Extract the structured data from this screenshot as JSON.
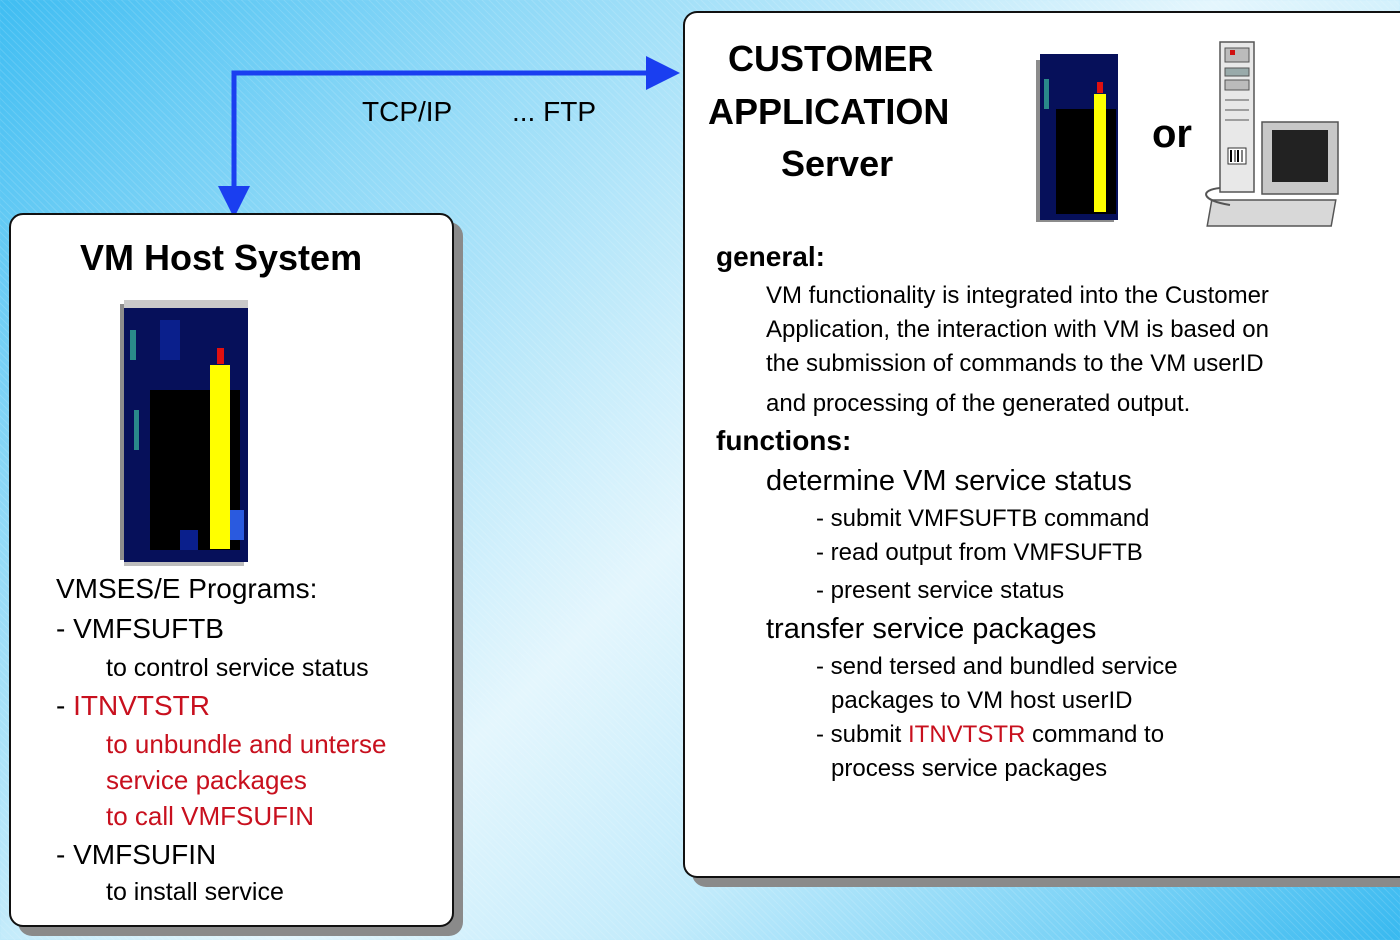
{
  "protocol": {
    "tcpip": "TCP/IP",
    "ftp": "... FTP"
  },
  "vm_host": {
    "title": "VM Host System",
    "programs_heading": "VMSES/E Programs:",
    "items": [
      {
        "name": "- VMFSUFTB",
        "desc": [
          "to control service status"
        ]
      },
      {
        "name_prefix": "- ",
        "name_red": "ITNVTSTR",
        "desc_red": [
          "to unbundle and unterse",
          "service packages",
          "to call VMFSUFIN"
        ]
      },
      {
        "name": "- VMFSUFIN",
        "desc": [
          "to install service"
        ]
      }
    ]
  },
  "customer": {
    "title_lines": [
      "CUSTOMER",
      "APPLICATION",
      "Server"
    ],
    "or_label": "or",
    "general_heading": "general:",
    "general_lines": [
      "VM functionality is integrated into the Customer",
      "Application, the interaction with VM is based on",
      "the submission of commands to the VM userID",
      "and processing of the generated output."
    ],
    "functions_heading": "functions:",
    "function_groups": [
      {
        "title": "determine VM  service status",
        "lines": [
          "- submit VMFSUFTB command",
          "- read output from VMFSUFTB",
          "- present service status"
        ]
      },
      {
        "title": "transfer service packages",
        "line1": "- send tersed and bundled service",
        "line2": "packages to VM host userID",
        "line3_prefix": "- submit ",
        "line3_red": "ITNVTSTR",
        "line3_suffix": " command to",
        "line4": "process service packages"
      }
    ]
  },
  "colors": {
    "arrow": "#1a3ef0",
    "highlight_red": "#c8101e",
    "server_yellow": "#ffff00",
    "server_navy": "#06105a"
  }
}
